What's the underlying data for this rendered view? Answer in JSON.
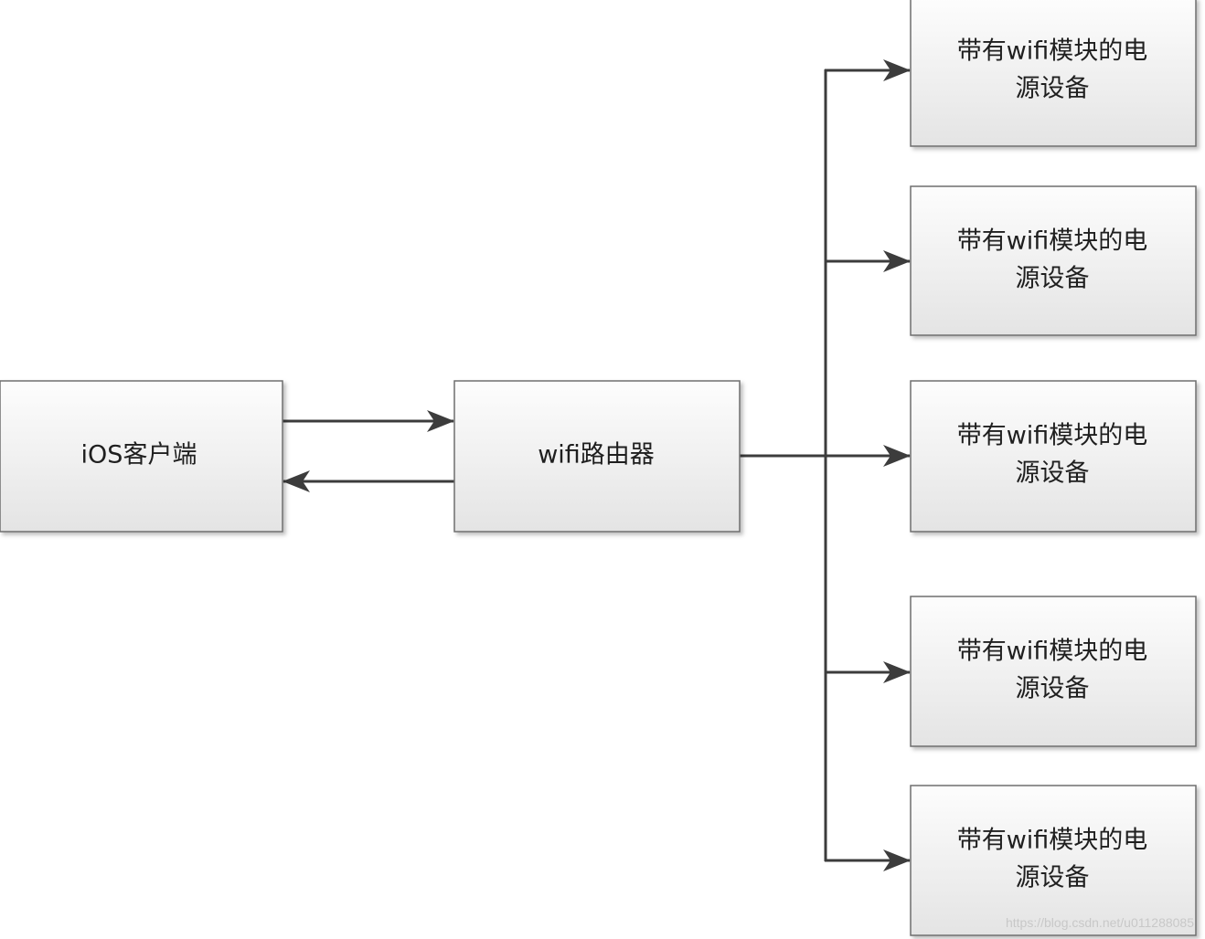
{
  "nodes": {
    "ios_client": {
      "label": "iOS客户端"
    },
    "router": {
      "label": "wifi路由器"
    },
    "devices": [
      {
        "line1": "带有wifi模块的电",
        "line2": "源设备"
      },
      {
        "line1": "带有wifi模块的电",
        "line2": "源设备"
      },
      {
        "line1": "带有wifi模块的电",
        "line2": "源设备"
      },
      {
        "line1": "带有wifi模块的电",
        "line2": "源设备"
      },
      {
        "line1": "带有wifi模块的电",
        "line2": "源设备"
      }
    ]
  },
  "edges": [
    {
      "from": "ios_client",
      "to": "router"
    },
    {
      "from": "router",
      "to": "ios_client"
    },
    {
      "from": "router",
      "to": "devices.0"
    },
    {
      "from": "router",
      "to": "devices.1"
    },
    {
      "from": "router",
      "to": "devices.2"
    },
    {
      "from": "router",
      "to": "devices.3"
    },
    {
      "from": "router",
      "to": "devices.4"
    }
  ],
  "watermark": "https://blog.csdn.net/u011288085",
  "colors": {
    "box_fill_top": "#fdfdfd",
    "box_fill_bottom": "#e6e6e6",
    "box_border": "#6e6e6e",
    "connector": "#3c3c3c"
  }
}
